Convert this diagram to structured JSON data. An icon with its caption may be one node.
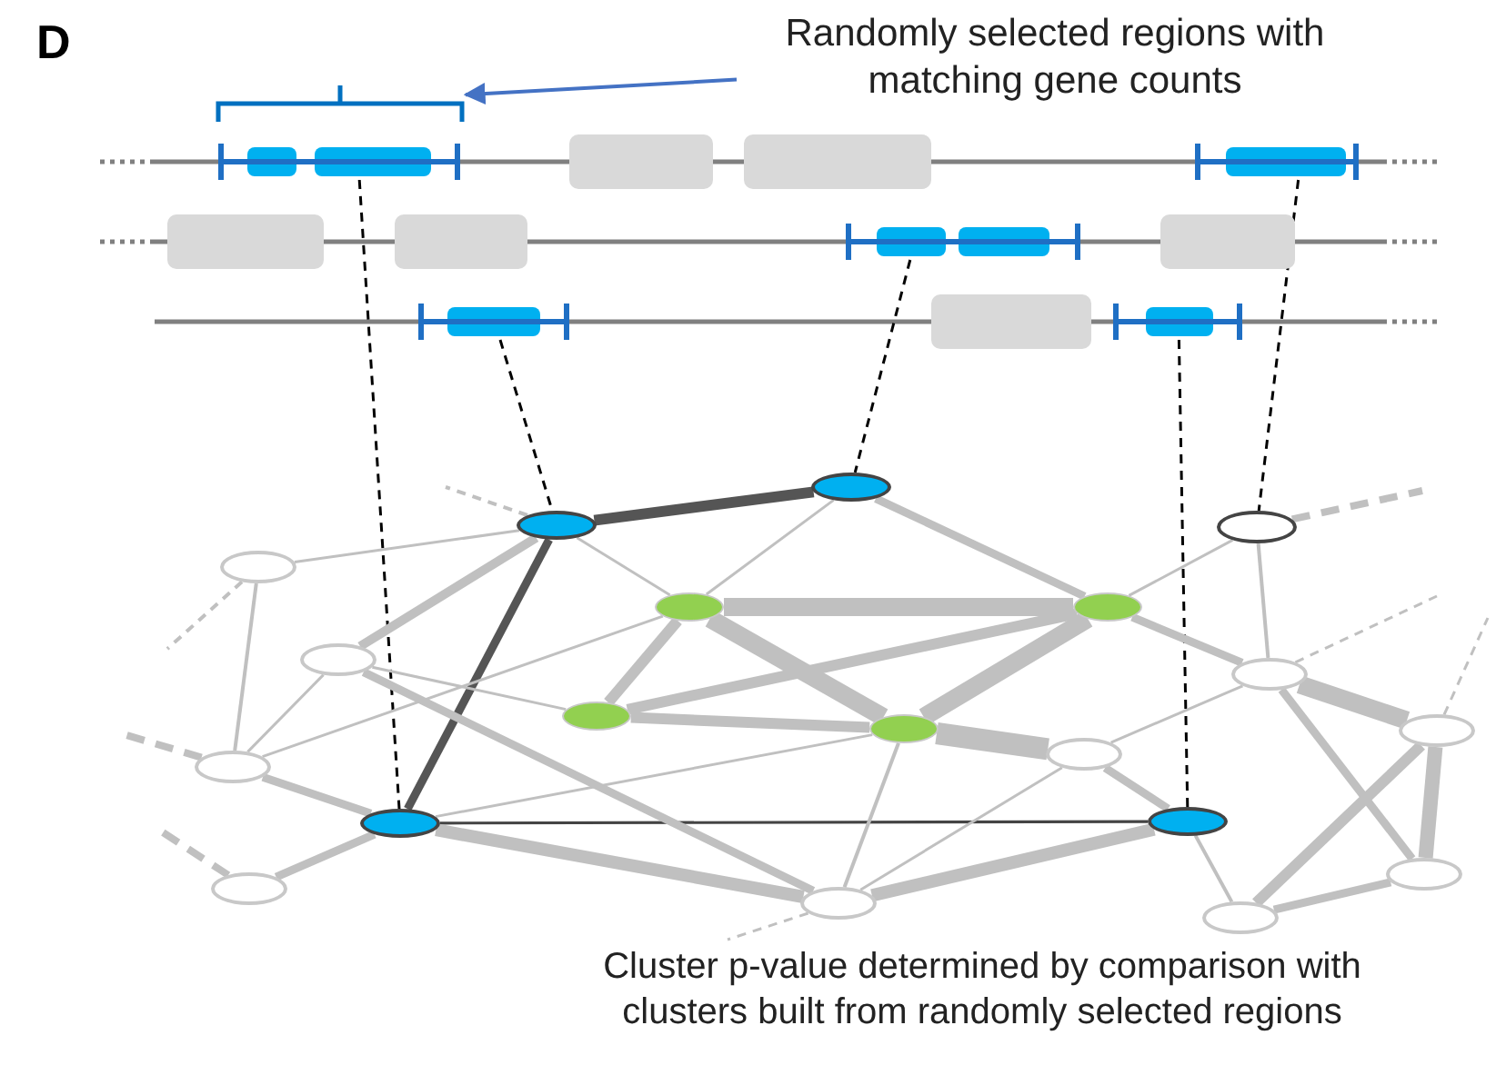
{
  "diagram": {
    "caption": "Cluster p-value determined by comparison with clusters built from randomly selected regions",
    "nodes": [
      {
        "text": [
          "Randomly selected regions with matching gene counts"
        ]
      },
      {
        "text": [],
        "shape": "bracket"
      },
      {
        "text": [],
        "shape": "box"
      },
      {
        "text": [],
        "shape": "box"
      },
      {
        "text": [],
        "shape": "box"
      },
      {
        "text": [],
        "shape": "box"
      },
      {
        "text": [],
        "shape": "box"
      },
      {
        "text": [],
        "shape": "box"
      },
      {
        "text": [],
        "shape": "box"
      },
      {
        "text": [],
        "shape": "box"
      },
      {
        "text": [],
        "shape": "box"
      },
      {
        "text": [],
        "shape": "box"
      },
      {
        "text": [],
        "shape": "box"
      },
      {
        "text": [],
        "shape": "ellipse"
      },
      {
        "text": [],
        "shape": "ellipse"
      },
      {
        "text": [],
        "shape": "ellipse"
      },
      {
        "text": [],
        "shape": "ellipse"
      },
      {
        "text": [],
        "shape": "ellipse"
      },
      {
        "text": [],
        "shape": "ellipse"
      },
      {
        "text": [],
        "shape": "ellipse"
      },
      {
        "text": [],
        "shape": "ellipse"
      },
      {
        "text": [],
        "shape": "ellipse"
      },
      {
        "text": [],
        "shape": "ellipse"
      },
      {
        "text": [],
        "shape": "ellipse"
      },
      {
        "text": [],
        "shape": "ellipse"
      },
      {
        "text": [],
        "shape": "ellipse"
      },
      {
        "text": [],
        "shape": "ellipse"
      },
      {
        "text": [],
        "shape": "ellipse"
      },
      {
        "text": [],
        "shape": "ellipse"
      },
      {
        "text": [],
        "shape": "ellipse"
      },
      {
        "text": [],
        "shape": "ellipse"
      },
      {
        "text": [],
        "shape": "ellipse"
      }
    ],
    "edges": [
      {
        "from": 0,
        "to": 1,
        "arrow": "to",
        "color": "#4472c4"
      },
      {
        "from": 2,
        "to": 26,
        "arrow": "none",
        "style": "dashed",
        "color": "#000000"
      },
      {
        "from": 10,
        "to": 13,
        "arrow": "none",
        "style": "dashed",
        "color": "#000000"
      },
      {
        "from": 8,
        "to": 14,
        "arrow": "none",
        "style": "dashed",
        "color": "#000000"
      },
      {
        "from": 12,
        "to": 27,
        "arrow": "none",
        "style": "dashed",
        "color": "#000000"
      },
      {
        "from": 5,
        "to": 15,
        "arrow": "none",
        "style": "dashed",
        "color": "#000000"
      },
      {
        "from": 13,
        "to": 14,
        "arrow": "none",
        "style": "thick",
        "color": "#555555"
      },
      {
        "from": 13,
        "to": 26,
        "arrow": "none",
        "style": "thick",
        "color": "#555555"
      },
      {
        "from": 26,
        "to": 27,
        "arrow": "none",
        "color": "#444444"
      },
      {
        "from": 13,
        "to": 16,
        "arrow": "none"
      },
      {
        "from": 13,
        "to": 19,
        "arrow": "none",
        "style": "thick"
      },
      {
        "from": 13,
        "to": 17,
        "arrow": "none"
      },
      {
        "from": 14,
        "to": 17,
        "arrow": "none"
      },
      {
        "from": 14,
        "to": 18,
        "arrow": "none",
        "style": "thick"
      },
      {
        "from": 18,
        "to": 20,
        "arrow": "none",
        "style": "thick"
      },
      {
        "from": 17,
        "to": 18,
        "arrow": "none",
        "style": "thick"
      },
      {
        "from": 17,
        "to": 21,
        "arrow": "none",
        "style": "thick"
      },
      {
        "from": 17,
        "to": 22,
        "arrow": "none",
        "style": "thick"
      },
      {
        "from": 18,
        "to": 21,
        "arrow": "none",
        "style": "thick"
      },
      {
        "from": 18,
        "to": 22,
        "arrow": "none",
        "style": "thick"
      },
      {
        "from": 21,
        "to": 22,
        "arrow": "none",
        "style": "thick"
      },
      {
        "from": 22,
        "to": 24,
        "arrow": "none",
        "style": "thick"
      },
      {
        "from": 18,
        "to": 15,
        "arrow": "none"
      },
      {
        "from": 16,
        "to": 25,
        "arrow": "none"
      },
      {
        "from": 19,
        "to": 25,
        "arrow": "none"
      },
      {
        "from": 19,
        "to": 21,
        "arrow": "none"
      },
      {
        "from": 19,
        "to": 30,
        "arrow": "none",
        "style": "thick"
      },
      {
        "from": 25,
        "to": 17,
        "arrow": "none"
      },
      {
        "from": 25,
        "to": 26,
        "arrow": "none",
        "style": "thick"
      },
      {
        "from": 29,
        "to": 26,
        "arrow": "none",
        "style": "thick"
      },
      {
        "from": 26,
        "to": 22,
        "arrow": "none"
      },
      {
        "from": 26,
        "to": 30,
        "arrow": "none",
        "style": "thick"
      },
      {
        "from": 30,
        "to": 22,
        "arrow": "none"
      },
      {
        "from": 30,
        "to": 24,
        "arrow": "none"
      },
      {
        "from": 30,
        "to": 27,
        "arrow": "none",
        "style": "thick"
      },
      {
        "from": 27,
        "to": 24,
        "arrow": "none",
        "style": "thick"
      },
      {
        "from": 27,
        "to": 31,
        "arrow": "none"
      },
      {
        "from": 24,
        "to": 20,
        "arrow": "none"
      },
      {
        "from": 15,
        "to": 20,
        "arrow": "none"
      },
      {
        "from": 20,
        "to": 23,
        "arrow": "none",
        "style": "thick"
      },
      {
        "from": 20,
        "to": 28,
        "arrow": "none",
        "style": "thick"
      },
      {
        "from": 23,
        "to": 31,
        "arrow": "none",
        "style": "thick"
      },
      {
        "from": 23,
        "to": 28,
        "arrow": "none",
        "style": "thick"
      },
      {
        "from": 28,
        "to": 31,
        "arrow": "none",
        "style": "thick"
      },
      {
        "from": 13,
        "to": null,
        "arrow": "none",
        "style": "dashed"
      },
      {
        "from": 16,
        "to": null,
        "arrow": "none",
        "style": "dashed"
      },
      {
        "from": 25,
        "to": null,
        "arrow": "none",
        "style": "dashed"
      },
      {
        "from": 29,
        "to": null,
        "arrow": "none",
        "style": "dashed"
      },
      {
        "from": 30,
        "to": null,
        "arrow": "none",
        "style": "dashed"
      },
      {
        "from": 15,
        "to": null,
        "arrow": "none",
        "style": "dashed"
      },
      {
        "from": 20,
        "to": null,
        "arrow": "none",
        "style": "dashed"
      },
      {
        "from": 23,
        "to": null,
        "arrow": "none",
        "style": "dashed"
      }
    ],
    "labels": [
      "D"
    ]
  }
}
